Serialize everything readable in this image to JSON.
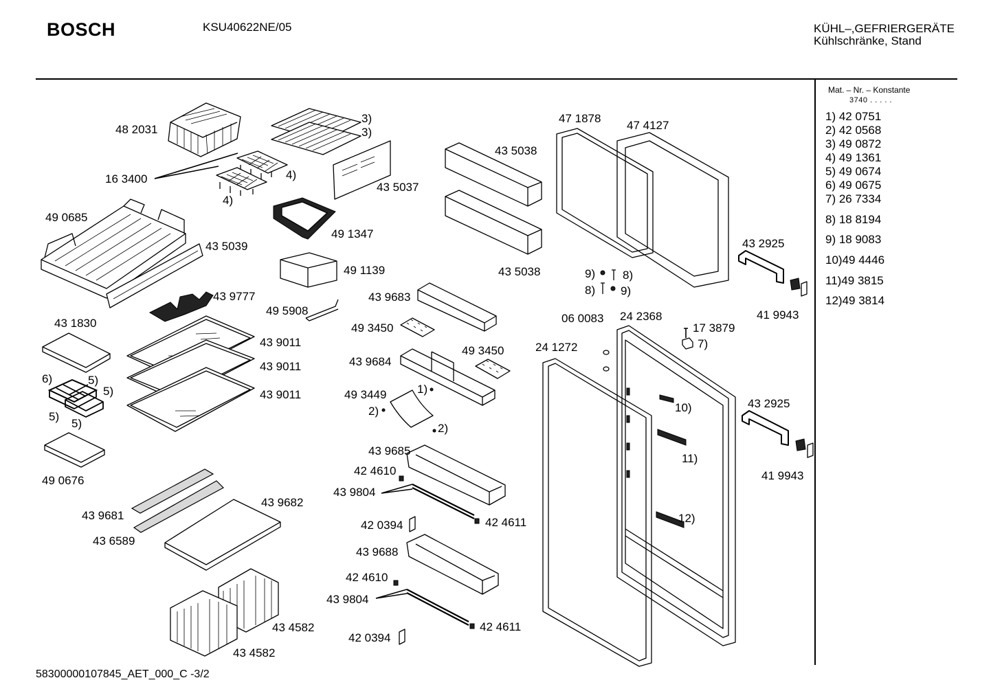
{
  "header": {
    "brand": "BOSCH",
    "model": "KSU40622NE/05",
    "category_line1": "KÜHL–,GEFRIERGERÄTE",
    "category_line2": "Kühlschränke, Stand"
  },
  "side_panel": {
    "heading": "Mat. – Nr. – Konstante",
    "constant": "3740  .  .  .  .  .",
    "items": [
      {
        "text": "1)  42 0751"
      },
      {
        "text": "2)  42 0568"
      },
      {
        "text": "3)  49 0872"
      },
      {
        "text": "4)  49 1361"
      },
      {
        "text": "5)  49 0674"
      },
      {
        "text": "6)  49 0675"
      },
      {
        "text": "7)  26 7334"
      },
      {
        "text": "8)  18 8194"
      },
      {
        "text": "9)  18 9083"
      },
      {
        "text": "10)49 4446"
      },
      {
        "text": "11)49 3815"
      },
      {
        "text": "12)49 3814"
      }
    ]
  },
  "diagram_labels": [
    "48 2031",
    "16 3400",
    "4)",
    "4)",
    "3)",
    "3)",
    "43 5037",
    "49 0685",
    "43 5039",
    "49 1347",
    "49 1139",
    "43 9777",
    "49 5908",
    "43 1830",
    "43 9011",
    "43 9011",
    "43 9011",
    "6)",
    "5)",
    "5)",
    "5)",
    "5)",
    "49 0676",
    "43 9681",
    "43 6589",
    "43 9682",
    "43 4582",
    "43 4582",
    "43 5038",
    "43 5038",
    "43 9683",
    "49 3450",
    "49 3450",
    "43 9684",
    "49 3449",
    "1)",
    "2)",
    "2)",
    "43 9685",
    "42 4610",
    "43 9804",
    "42 0394",
    "42 4611",
    "43 9688",
    "42 4610",
    "43 9804",
    "42 0394",
    "42 4611",
    "47 1878",
    "47 4127",
    "9)",
    "8)",
    "8)",
    "9)",
    "06 0083",
    "24 2368",
    "17 3879",
    "7)",
    "24 1272",
    "10)",
    "11)",
    "12)",
    "43 2925",
    "41 9943",
    "43 2925",
    "41 9943"
  ],
  "footer": {
    "doc_id": "58300000107845_AET_000_C -3/2"
  }
}
